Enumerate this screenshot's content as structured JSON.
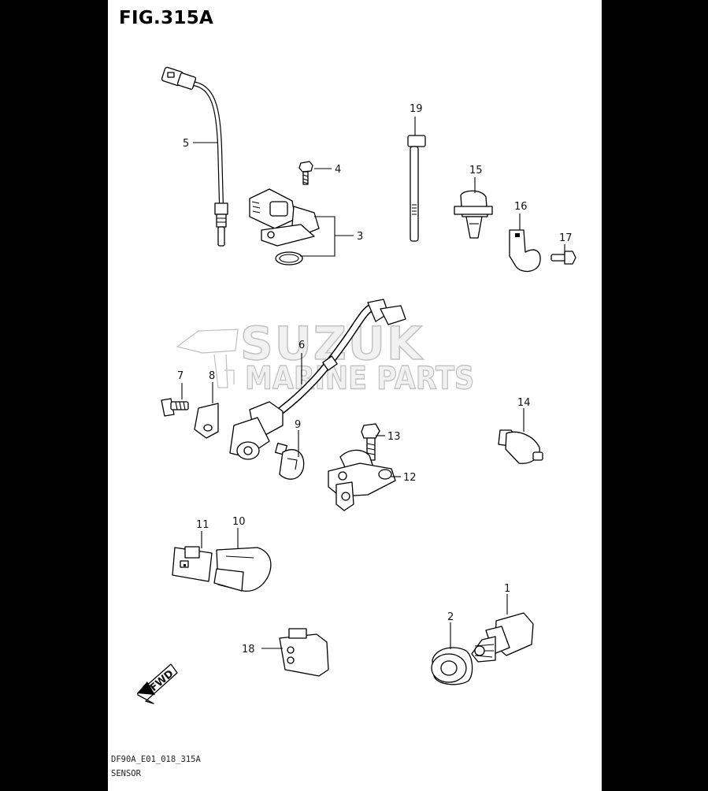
{
  "figure": {
    "title": "FIG.315A",
    "footer_code": "DF90A_E01_018_315A",
    "footer_name": "SENSOR"
  },
  "watermark": {
    "line1": "SUZUK",
    "line2": "MARINE PARTS"
  },
  "fwd_label": "FWD",
  "part_numbers": [
    "1",
    "2",
    "3",
    "4",
    "5",
    "6",
    "7",
    "8",
    "9",
    "10",
    "11",
    "12",
    "13",
    "14",
    "15",
    "16",
    "17",
    "18",
    "19"
  ],
  "colors": {
    "frame": "#000000",
    "sheet": "#ffffff",
    "ink": "#000000"
  }
}
